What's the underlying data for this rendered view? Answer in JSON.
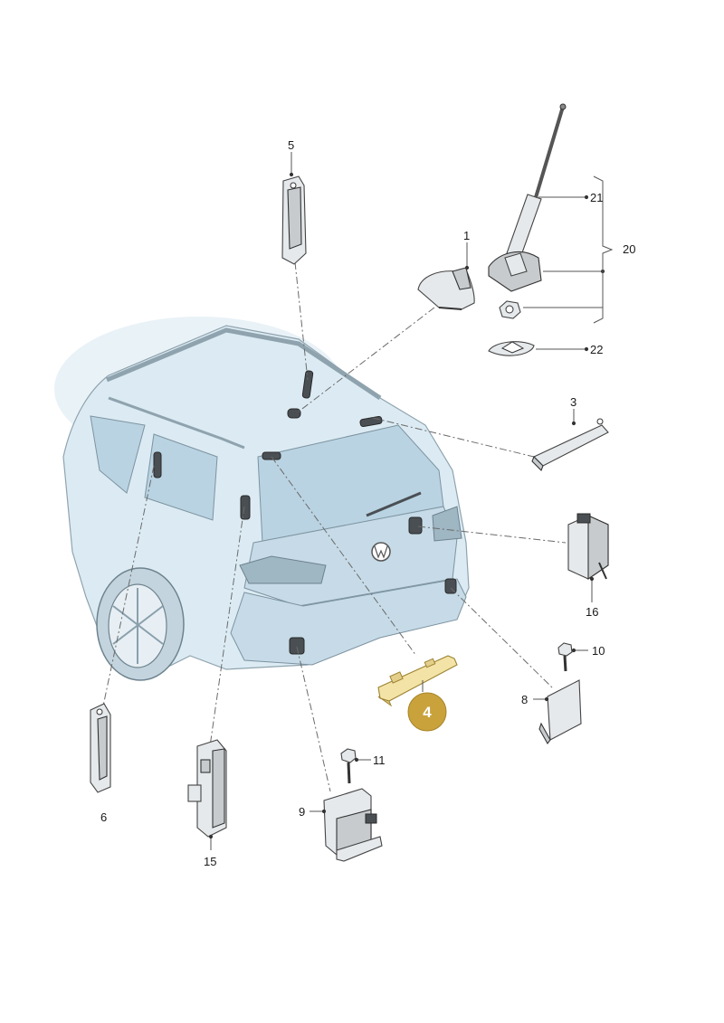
{
  "labels": {
    "p1": "1",
    "p3": "3",
    "p4": "4",
    "p5": "5",
    "p6": "6",
    "p8": "8",
    "p9": "9",
    "p10": "10",
    "p11": "11",
    "p15": "15",
    "p16": "16",
    "p20": "20",
    "p21": "21",
    "p22": "22"
  },
  "colors": {
    "highlight_badge": "#c9a23c",
    "highlight_part": "#f3e3a6",
    "car_tint": "#dcebf3"
  },
  "highlighted_part": "4"
}
